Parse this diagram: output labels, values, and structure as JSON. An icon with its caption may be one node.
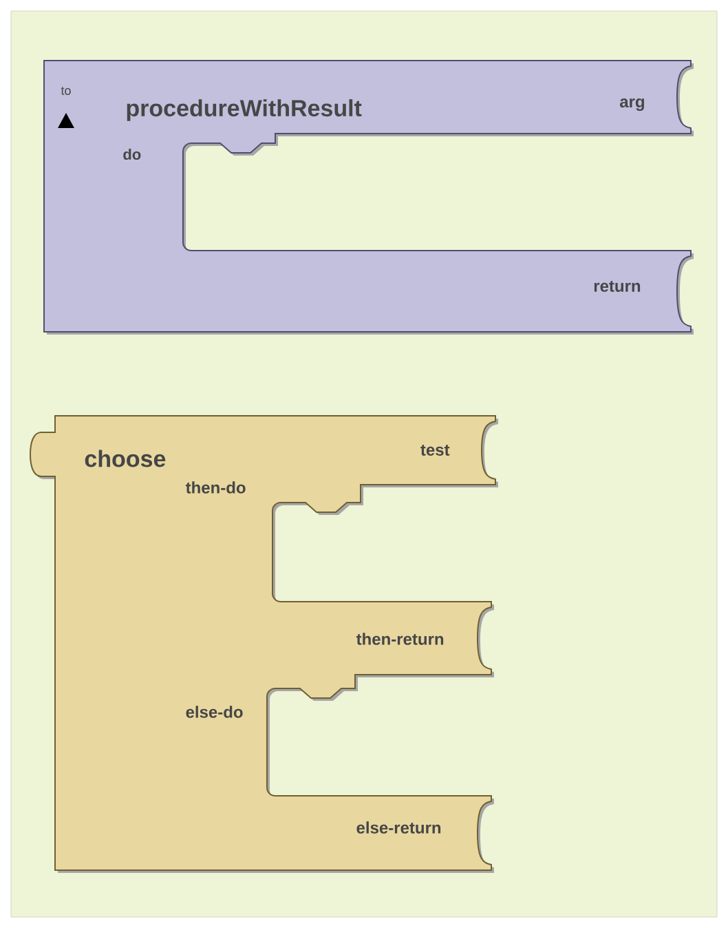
{
  "diagram": {
    "nodes": [
      {
        "text": [
          "to",
          "procedureWithResult",
          "arg",
          "do",
          "return"
        ]
      },
      {
        "text": [
          "choose",
          "test",
          "then-do",
          "then-return",
          "else-do",
          "else-return"
        ]
      }
    ]
  }
}
